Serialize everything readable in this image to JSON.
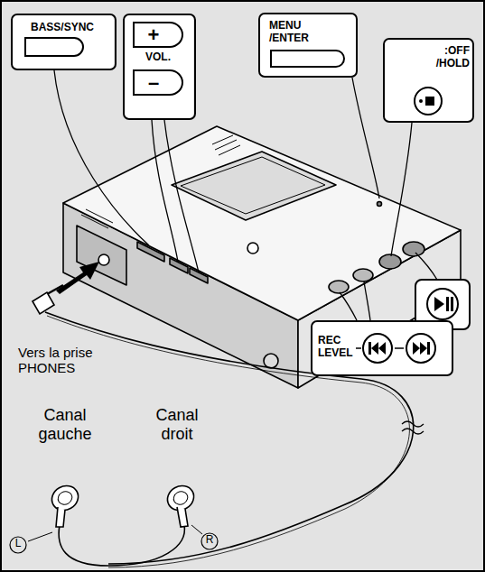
{
  "diagram": {
    "nodes": [
      {
        "text": [
          "BASS/SYNC"
        ]
      },
      {
        "text": [
          "+",
          "VOL.",
          "–"
        ]
      },
      {
        "text": [
          "MENU /ENTER"
        ]
      },
      {
        "text": [
          ":OFF /HOLD"
        ]
      },
      {
        "text": [
          "REC LEVEL"
        ]
      }
    ],
    "labels": [
      "Vers la prise PHONES",
      "Canal gauche",
      "Canal droit",
      "L",
      "R"
    ]
  }
}
